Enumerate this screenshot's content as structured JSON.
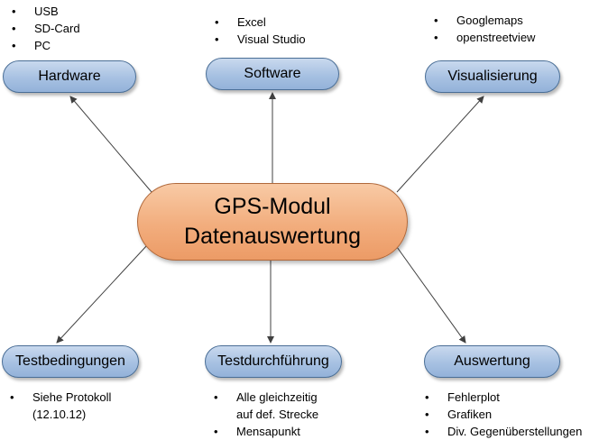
{
  "center": {
    "line1": "GPS-Modul",
    "line2": "Datenauswertung"
  },
  "nodes": {
    "hardware": "Hardware",
    "software": "Software",
    "visualisierung": "Visualisierung",
    "testbedingungen": "Testbedingungen",
    "testdurchfuehrung": "Testdurchführung",
    "auswertung": "Auswertung"
  },
  "bullets": {
    "hardware": [
      "USB",
      "SD-Card",
      "PC"
    ],
    "software": [
      "Excel",
      "Visual Studio"
    ],
    "visualisierung": [
      "Googlemaps",
      "openstreetview"
    ],
    "testbedingungen": {
      "item1_line1": "Siehe Protokoll",
      "item1_line2": "(12.10.12)"
    },
    "testdurchfuehrung": {
      "item1_line1": "Alle gleichzeitig",
      "item1_line2": "auf def. Strecke",
      "item2": "Mensapunkt"
    },
    "auswertung": [
      "Fehlerplot",
      "Grafiken",
      "Div. Gegenüberstellungen"
    ]
  },
  "colors": {
    "center_fill": "#f2ad7d",
    "center_border": "#b0683a",
    "node_fill": "#a7c1e2",
    "node_border": "#4a6e96",
    "arrow": "#404040"
  }
}
